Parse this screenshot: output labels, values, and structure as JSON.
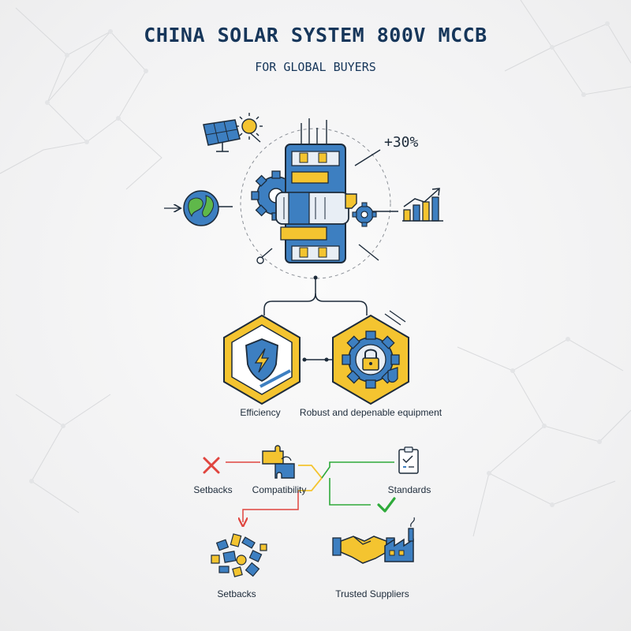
{
  "header": {
    "title": "CHINA SOLAR SYSTEM 800V MCCB",
    "subtitle": "FOR GLOBAL BUYERS"
  },
  "hub": {
    "stat": "+30%"
  },
  "benefits": {
    "left_label": "Efficiency",
    "right_label": "Robust and depenable equipment"
  },
  "flow": {
    "setbacks_top": "Setbacks",
    "compatibility": "Compatibility",
    "standards": "Standards",
    "setbacks_bottom": "Setbacks",
    "trusted_suppliers": "Trusted Suppliers"
  },
  "colors": {
    "navy": "#16365a",
    "blue": "#3d7fc1",
    "yellow": "#f4c430",
    "red": "#e0453f",
    "green": "#2eaa3a",
    "outline": "#1d2b3a"
  },
  "icons": [
    "solar-panel-icon",
    "sun-icon",
    "globe-icon",
    "gear-icon",
    "growth-chart-icon",
    "breaker-icon",
    "shield-bolt-icon",
    "padlock-gear-icon",
    "x-mark-icon",
    "puzzle-icon",
    "checklist-icon",
    "checkmark-icon",
    "scattered-parts-icon",
    "handshake-icon",
    "factory-icon"
  ]
}
